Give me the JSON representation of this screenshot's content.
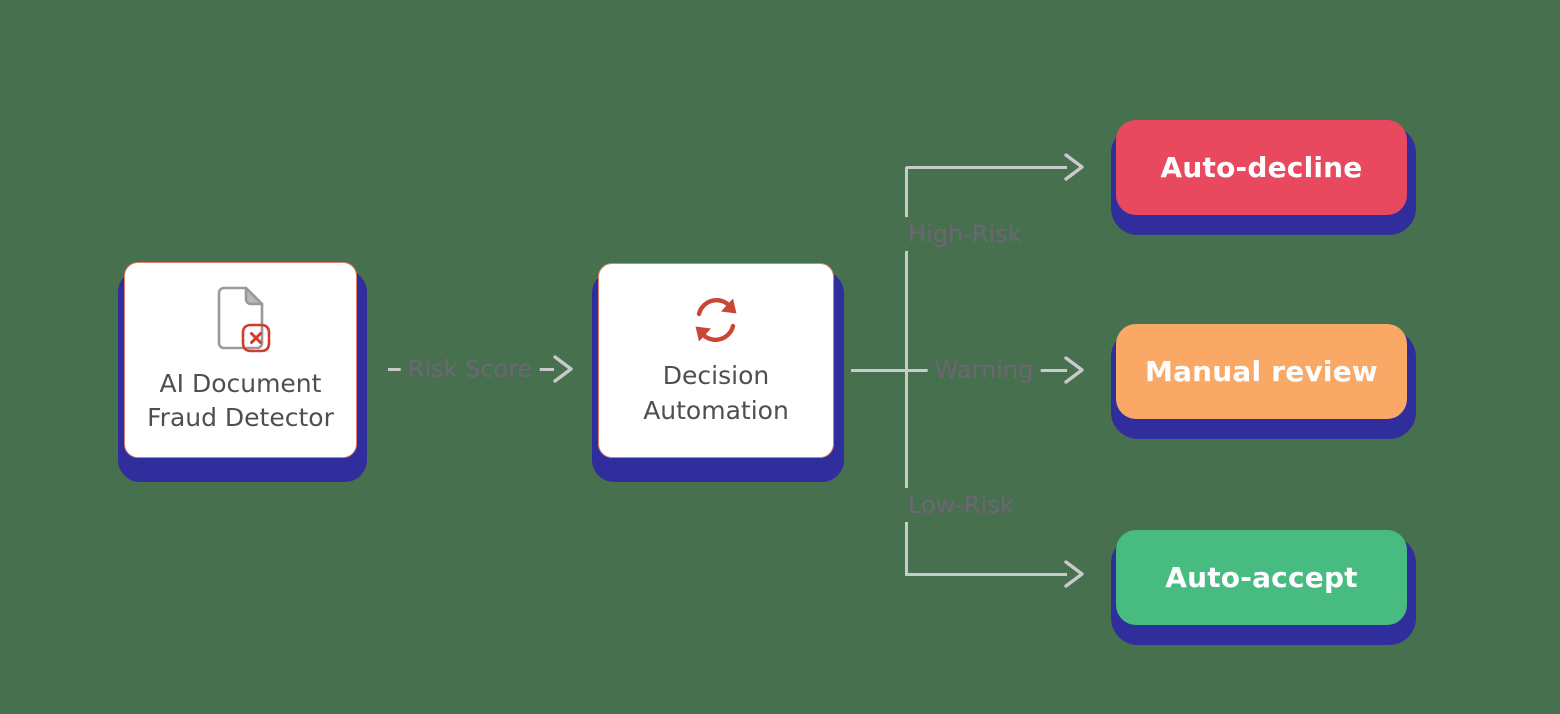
{
  "diagram": {
    "background_color": "#47704e",
    "nodes": {
      "fraud_detector": {
        "label": "AI Document Fraud Detector",
        "icon": "document-fraud-icon"
      },
      "decision_automation": {
        "label": "Decision Automation",
        "icon": "sync-icon"
      }
    },
    "edges": {
      "risk_score": {
        "label": "Risk Score",
        "from": "fraud_detector",
        "to": "decision_automation"
      },
      "high_risk": {
        "label": "High-Risk",
        "from": "decision_automation",
        "to": "auto_decline"
      },
      "warning": {
        "label": "Warning",
        "from": "decision_automation",
        "to": "manual_review"
      },
      "low_risk": {
        "label": "Low-Risk",
        "from": "decision_automation",
        "to": "auto_accept"
      }
    },
    "outcomes": {
      "auto_decline": {
        "label": "Auto-decline",
        "color": "#e8495f"
      },
      "manual_review": {
        "label": "Manual review",
        "color": "#f9a865"
      },
      "auto_accept": {
        "label": "Auto-accept",
        "color": "#48bb81"
      }
    },
    "colors": {
      "node_shadow": "#2f2e9c",
      "connector_line": "#cacaca",
      "edge_label_text": "#6e6575",
      "node_label_text": "#4f4f4f",
      "node_border": "#e0806e",
      "node_background": "#ffffff",
      "outcome_text": "#ffffff",
      "document_icon_gray": "#9a9a9a",
      "fraud_badge_red": "#d53b2c",
      "sync_icon_red": "#c74634"
    }
  }
}
